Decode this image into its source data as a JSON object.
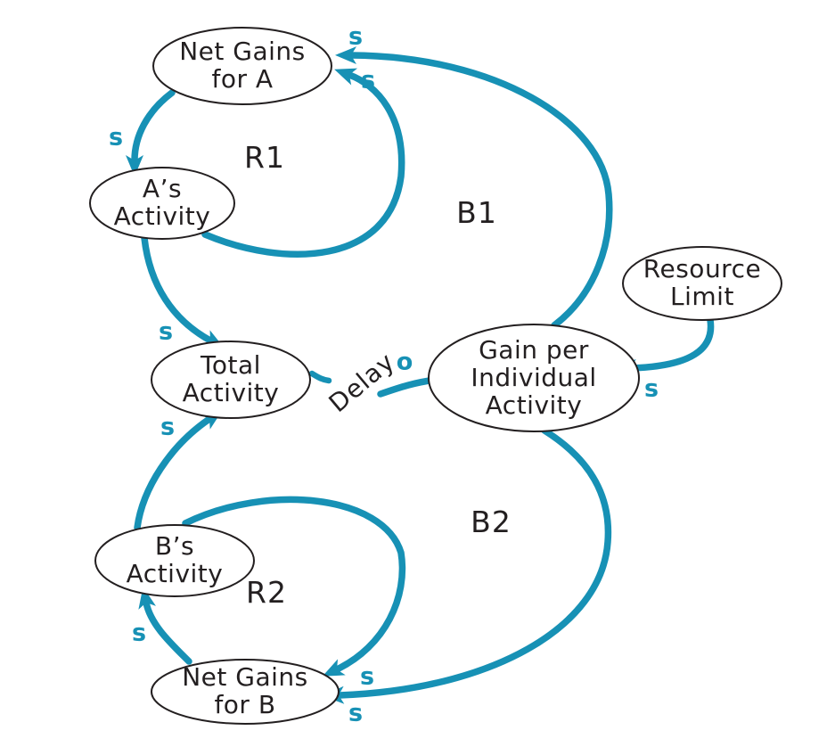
{
  "diagram_type": "causal-loop-diagram",
  "colors": {
    "arrow": "#1791B5",
    "ink": "#231f20",
    "background": "#ffffff"
  },
  "nodes": [
    {
      "id": "net-gains-a",
      "label": "Net Gains\nfor A"
    },
    {
      "id": "as-activity",
      "label": "A’s\nActivity"
    },
    {
      "id": "total-activity",
      "label": "Total\nActivity"
    },
    {
      "id": "gain-per-individual",
      "label": "Gain per\nIndividual\nActivity"
    },
    {
      "id": "resource-limit",
      "label": "Resource\nLimit"
    },
    {
      "id": "bs-activity",
      "label": "B’s\nActivity"
    },
    {
      "id": "net-gains-b",
      "label": "Net Gains\nfor B"
    }
  ],
  "loops": [
    {
      "id": "R1",
      "label": "R1"
    },
    {
      "id": "B1",
      "label": "B1"
    },
    {
      "id": "B2",
      "label": "B2"
    },
    {
      "id": "R2",
      "label": "R2"
    }
  ],
  "links": [
    {
      "from": "net-gains-a",
      "to": "as-activity",
      "polarity": "s"
    },
    {
      "from": "as-activity",
      "to": "net-gains-a",
      "polarity": "s"
    },
    {
      "from": "as-activity",
      "to": "total-activity",
      "polarity": "s"
    },
    {
      "from": "total-activity",
      "to": "gain-per-individual",
      "polarity": "o",
      "delay": "Delay"
    },
    {
      "from": "gain-per-individual",
      "to": "net-gains-a",
      "polarity": "s"
    },
    {
      "from": "resource-limit",
      "to": "gain-per-individual",
      "polarity": "s"
    },
    {
      "from": "gain-per-individual",
      "to": "net-gains-b",
      "polarity": "s"
    },
    {
      "from": "net-gains-b",
      "to": "bs-activity",
      "polarity": "s"
    },
    {
      "from": "bs-activity",
      "to": "net-gains-b",
      "polarity": "s"
    },
    {
      "from": "bs-activity",
      "to": "total-activity",
      "polarity": "s"
    }
  ]
}
